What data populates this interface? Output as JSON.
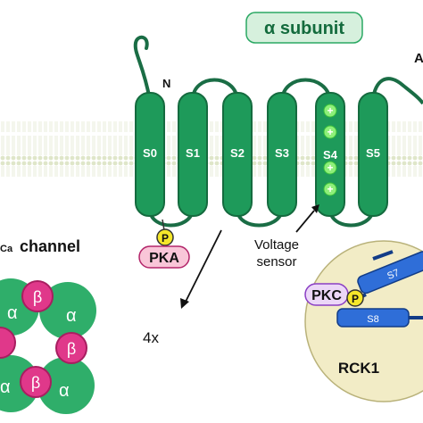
{
  "subunit_label": "α subunit",
  "n_terminus": "N",
  "a_label": "A",
  "segments": [
    "S0",
    "S1",
    "S2",
    "S3",
    "S4",
    "S5"
  ],
  "pka_p": "P",
  "pka_label": "PKA",
  "voltage_sensor": [
    "Voltage",
    "sensor"
  ],
  "channel_label_sub": "Ca",
  "channel_label": "channel",
  "tetramer_label": "4x",
  "tetramer": {
    "alpha": "α",
    "beta": "β"
  },
  "rck": {
    "label": "RCK1",
    "pkc": "PKC",
    "p": "P",
    "s7": "S7",
    "s8": "S8"
  },
  "colors": {
    "green": "#1e9a5a",
    "green_dark": "#156b3f",
    "light_green": "#2fae6a",
    "pink": "#e0388a",
    "pink_light": "#f9c6d8",
    "yellow": "#f5e72a",
    "purple": "#a35ad7",
    "blue": "#2f6ed8",
    "membrane": "#eef2e0",
    "rck_bg": "#f2ecc6"
  }
}
